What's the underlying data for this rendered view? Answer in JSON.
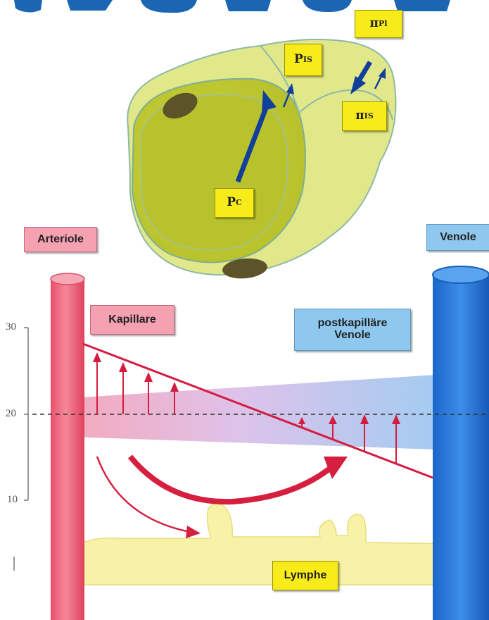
{
  "labels": {
    "arteriole": "Arteriole",
    "venole": "Venole",
    "kapillare": "Kapillare",
    "postkapillaere_line1": "postkapilläre",
    "postkapillaere_line2": "Venole",
    "lymphe": "Lymphe"
  },
  "pressure_labels": {
    "p_c": {
      "symbol": "P",
      "sub": "C"
    },
    "p_is": {
      "symbol": "P",
      "sub": "IS"
    },
    "pi_pl": {
      "symbol": "π",
      "sub": "Pl"
    },
    "pi_is": {
      "symbol": "π",
      "sub": "IS"
    }
  },
  "axis": {
    "ticks": [
      "30",
      "20",
      "10"
    ]
  },
  "colors": {
    "arterial": "#e83a57",
    "venous": "#1f6fd4",
    "cell": "#d8e56f",
    "label_yellow": "#f7ec1a",
    "lymph": "#f7f2a8",
    "flow_arrow": "#d61f3f",
    "pressure_arrow": "#123f9a"
  }
}
